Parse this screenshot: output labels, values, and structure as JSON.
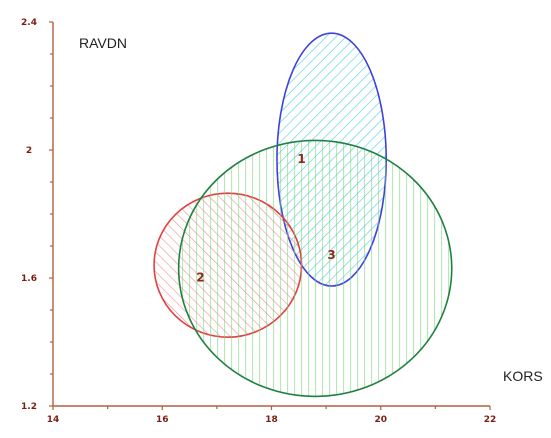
{
  "chart_data": {
    "type": "scatter",
    "title": "",
    "xlabel": "KORS",
    "ylabel": "RAVDN",
    "xlim": [
      14,
      22
    ],
    "ylim": [
      1.2,
      2.4
    ],
    "x_ticks": [
      {
        "value": 14,
        "label": "14"
      },
      {
        "value": 16,
        "label": "16"
      },
      {
        "value": 18,
        "label": "18"
      },
      {
        "value": 20,
        "label": "20"
      },
      {
        "value": 22,
        "label": "22"
      }
    ],
    "y_ticks": [
      {
        "value": 1.2,
        "label": "1.2"
      },
      {
        "value": 1.6,
        "label": "1.6"
      },
      {
        "value": 2.0,
        "label": "2"
      },
      {
        "value": 2.4,
        "label": "2.4"
      }
    ],
    "grid": false,
    "axis_color": "#b06040",
    "clusters": [
      {
        "label": "1",
        "center": [
          19.1,
          1.97
        ],
        "extreme_x": [
          18.3,
          20.3
        ],
        "extreme_y": [
          1.58,
          2.37
        ],
        "label_position": [
          18.55,
          1.97
        ],
        "stroke_color": "#4040e0",
        "hatch_color": "#40c8e0",
        "hatch": "diagonal-up"
      },
      {
        "label": "2",
        "center": [
          17.2,
          1.64
        ],
        "extreme_x": [
          15.8,
          18.5
        ],
        "extreme_y": [
          1.39,
          1.84
        ],
        "label_position": [
          16.7,
          1.6
        ],
        "stroke_color": "#e04040",
        "hatch_color": "#f08888",
        "hatch": "diagonal-down"
      },
      {
        "label": "3",
        "center": [
          18.8,
          1.63
        ],
        "extreme_x": [
          16.3,
          21.3
        ],
        "extreme_y": [
          1.27,
          2.07
        ],
        "label_position": [
          19.1,
          1.67
        ],
        "stroke_color": "#208040",
        "hatch_color": "#70d070",
        "hatch": "vertical"
      }
    ]
  }
}
